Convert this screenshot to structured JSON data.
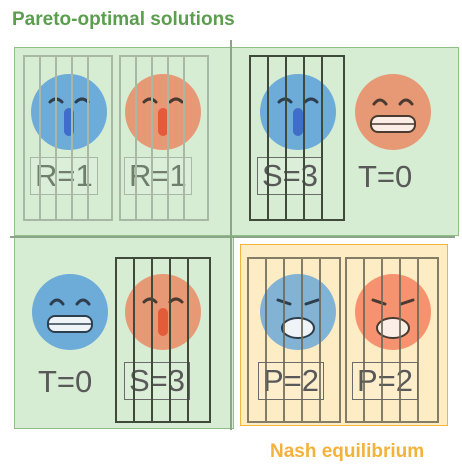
{
  "labels": {
    "pareto_title": "Pareto-optimal solutions",
    "nash_title": "Nash equilibrium"
  },
  "quadrants": {
    "top_left": {
      "left": {
        "label": "R=1",
        "face": "shushing-face-icon",
        "color": "#5aa0d8",
        "jailed": true
      },
      "right": {
        "label": "R=1",
        "face": "shushing-face-icon",
        "color": "#e9906b",
        "jailed": true
      }
    },
    "top_right": {
      "left": {
        "label": "S=3",
        "face": "shushing-face-icon",
        "color": "#5aa0d8",
        "jailed": true
      },
      "right": {
        "label": "T=0",
        "face": "grinning-face-icon",
        "color": "#e9906b",
        "jailed": false
      }
    },
    "bottom_left": {
      "left": {
        "label": "T=0",
        "face": "grinning-face-icon",
        "color": "#5aa0d8",
        "jailed": false
      },
      "right": {
        "label": "S=3",
        "face": "shushing-face-icon",
        "color": "#e9906b",
        "jailed": true
      }
    },
    "bottom_right": {
      "left": {
        "label": "P=2",
        "face": "weary-face-icon",
        "color": "#5aa0d8",
        "jailed": true
      },
      "right": {
        "label": "P=2",
        "face": "weary-face-icon",
        "color": "#f4835f",
        "jailed": true
      }
    }
  },
  "colors": {
    "pareto_green": "#5a9e4e",
    "nash_orange": "#f3b23c",
    "player_blue": "#5aa0d8",
    "player_orange": "#e9906b",
    "jail_bars": "#3f4a3b"
  }
}
